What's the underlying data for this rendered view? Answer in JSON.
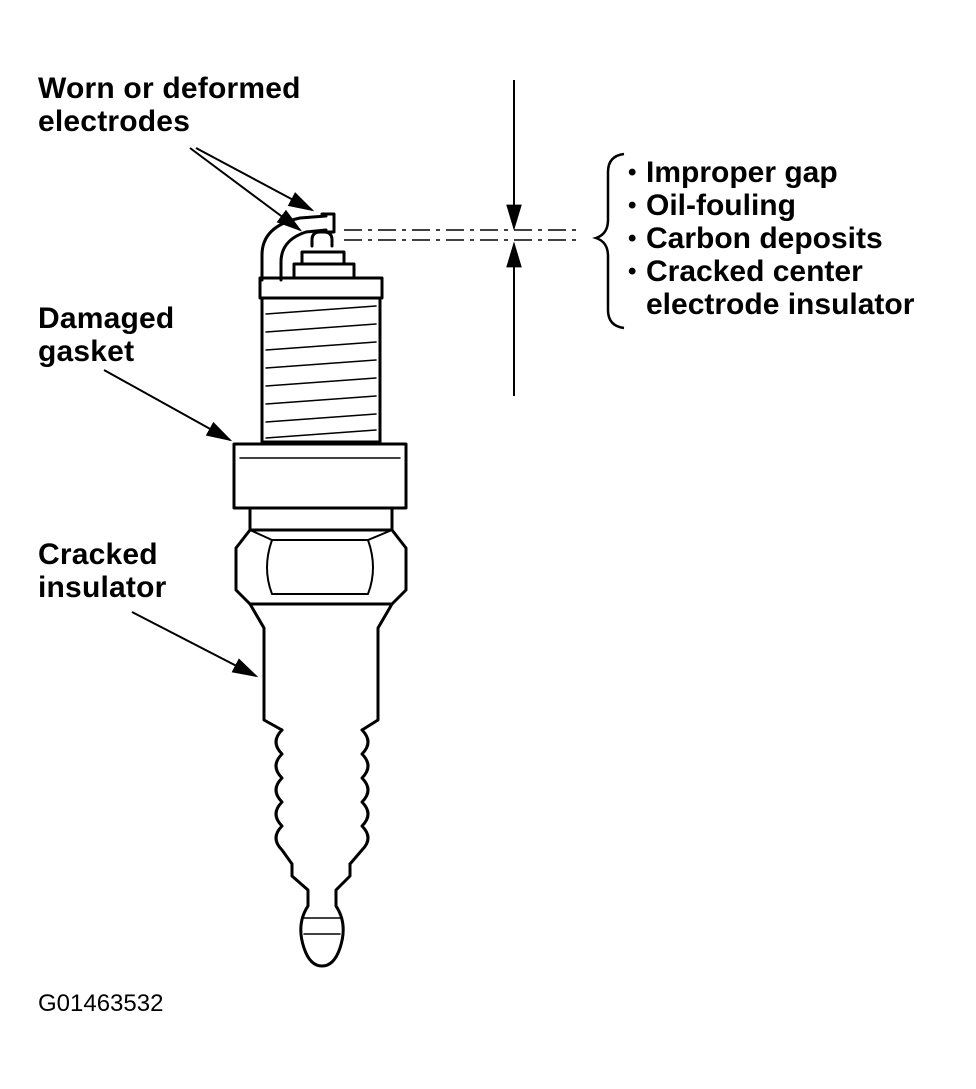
{
  "labels": {
    "worn_electrodes": [
      "Worn or deformed",
      "electrodes"
    ],
    "damaged_gasket": [
      "Damaged",
      "gasket"
    ],
    "cracked_insulator": [
      "Cracked",
      "insulator"
    ]
  },
  "causes": {
    "bullet": "•",
    "items": [
      "Improper gap",
      "Oil-fouling",
      "Carbon deposits",
      "Cracked center"
    ],
    "continuation": "electrode insulator"
  },
  "figure_code": "G01463532",
  "colors": {
    "ink": "#000000",
    "background": "#ffffff"
  }
}
